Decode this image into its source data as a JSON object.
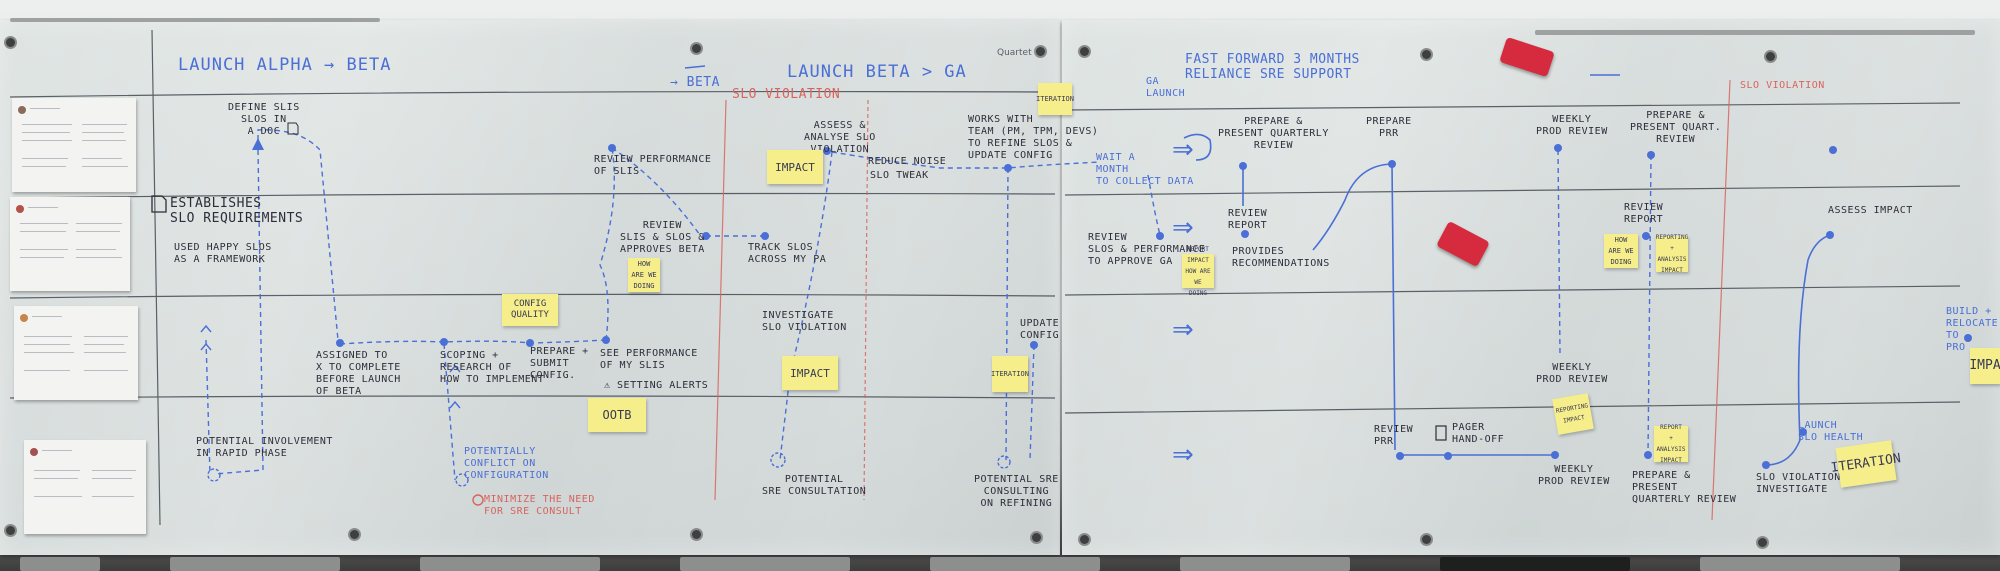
{
  "brand": "Quartet",
  "headers": {
    "alpha_beta": "LAUNCH ALPHA → BETA",
    "beta": "→ BETA",
    "beta_ga": "LAUNCH BETA > GA",
    "ga": "GA\nLAUNCH",
    "fast_forward": "FAST FORWARD 3 MONTHS\nRELIANCE SRE SUPPORT",
    "slo_violation_1": "SLO VIOLATION",
    "slo_violation_2": "SLO VIOLATION"
  },
  "labels": {
    "define_slis": "DEFINE SLIs\nSLOs IN\nA DOC",
    "establishes": "ESTABLISHES\nSLO REQUIREMENTS",
    "used_happy": "USED HAPPY SLOs\nAS A FRAMEWORK",
    "assigned": "ASSIGNED TO\nX TO COMPLETE\nBEFORE LAUNCH\nOF BETA",
    "potential_involvement": "POTENTIAL INVOLVEMENT\nIN RAPID PHASE",
    "scoping": "SCOPING +\nRESEARCH OF\nHOW TO IMPLEMENT",
    "prepare_submit": "PREPARE +\nSUBMIT\nCONFIG.",
    "see_performance": "SEE PERFORMANCE\nOF MY SLIs",
    "setting_alerts": "⚠ SETTING ALERTS",
    "review_perf": "REVIEW PERFORMANCE\nOF SLIs",
    "review_slis": "REVIEW\nSLIs & SLOs &\nAPPROVES BETA",
    "potential_conflict": "POTENTIALLY\nCONFLICT ON\nCONFIGURATION",
    "minimize": "MINIMIZE THE NEED\nFOR SRE CONSULT",
    "assess_analyse": "ASSESS &\nANALYSE SLO\nVIOLATION",
    "reduce_noise": "REDUCE NOISE",
    "slo_tweak": "SLO TWEAK",
    "track_slos": "TRACK SLOs\nACROSS MY PA",
    "investigate": "INVESTIGATE\nSLO VIOLATION",
    "potential_sre": "POTENTIAL\nSRE CONSULTATION",
    "works_with": "WORKS WITH\nTEAM (PM, TPM, DEVS)\nTO REFINE SLOs &\nUPDATE CONFIG",
    "update_config": "UPDATE\nCONFIG",
    "potential_sre_2": "POTENTIAL SRE\nCONSULTING\nON REFINING",
    "wait_month": "WAIT A\nMONTH\nTO COLLECT DATA",
    "review_slos_ga": "REVIEW\nSLOs & PERFORMANCE\nTO APPROVE GA",
    "prepare_quarterly": "PREPARE &\nPRESENT QUARTERLY\nREVIEW",
    "review_report": "REVIEW\nREPORT",
    "provides_recs": "PROVIDES\nRECOMMENDATIONS",
    "prepare_prr": "PREPARE\nPRR",
    "review_prr": "REVIEW\nPRR",
    "pager_handoff": "PAGER\nHAND-OFF",
    "weekly_prod_1": "WEEKLY\nPROD REVIEW",
    "weekly_prod_2": "WEEKLY\nPROD REVIEW",
    "weekly_prod_3": "WEEKLY\nPROD REVIEW",
    "prepare_qtr_review": "PREPARE &\nPRESENT QUART.\nREVIEW",
    "review_report_2": "REVIEW\nREPORT",
    "prepare_present_qtr": "PREPARE &\nPRESENT\nQUARTERLY REVIEW",
    "assess_impact": "ASSESS IMPACT",
    "slo_violation_investigate": "SLO VIOLATION\nINVESTIGATE",
    "launch_slo": "LAUNCH\nSLO HEALTH",
    "build_relocate": "BUILD +\nRELOCATE TO\nPRO"
  },
  "notes": {
    "impact_1": "IMPACT",
    "impact_2": "IMPACT",
    "impact_3": "IMPA",
    "config_quality": "CONFIG\nQUALITY",
    "ootb": "OOTB",
    "how_are_we_doing": "HOW\nARE WE\nDOING",
    "iteration_1": "ITERATION",
    "iteration_2": "ITERATION",
    "iteration_3": "ITERATION",
    "report_impact": "REPORT\nIMPACT\nHOW ARE\nWE DOING",
    "how_are_we_doing_2": "HOW\nARE WE\nDOING",
    "reporting_analysis": "REPORTING\n+\nANALYSIS\nIMPACT",
    "reporting_impact": "REPORTING\nIMPACT",
    "report_analysis_impact": "REPORT\n+ ANALYSIS\nIMPACT"
  },
  "colors": {
    "marker_blue": "#4a6fd6",
    "marker_black": "#2d2d3a",
    "marker_red": "#d8645f",
    "sticky_yellow": "#f5ee8a",
    "magnet_red": "#d62b3e"
  }
}
